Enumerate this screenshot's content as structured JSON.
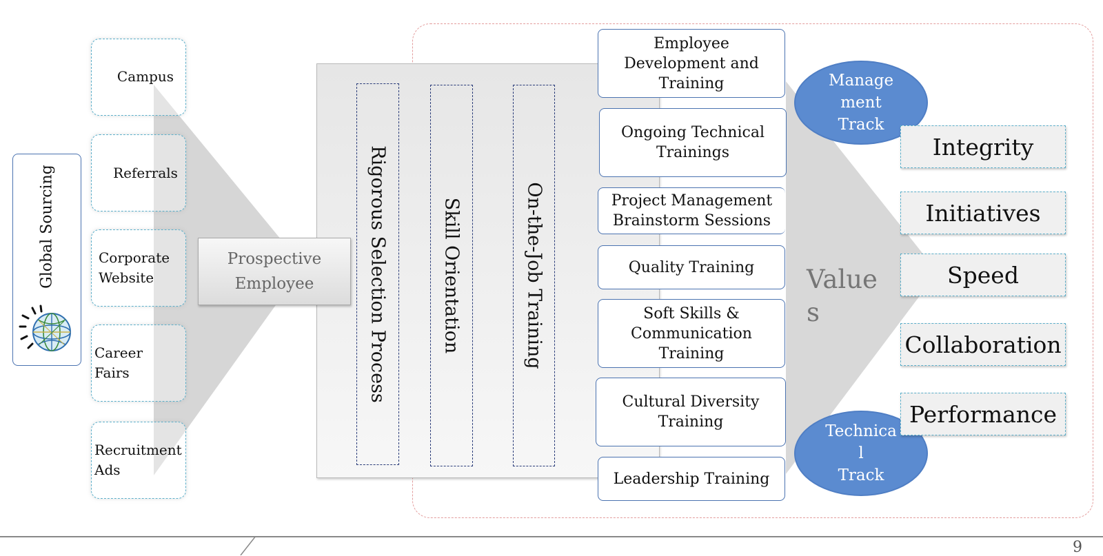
{
  "left": {
    "global_sourcing_label": "Global Sourcing",
    "sources": [
      {
        "line1": "Campus",
        "line2": ""
      },
      {
        "line1": "Referrals",
        "line2": ""
      },
      {
        "line1": "Corporate",
        "line2": "Website"
      },
      {
        "line1": "Career",
        "line2": "Fairs"
      },
      {
        "line1": "Recruitment",
        "line2": "Ads"
      }
    ]
  },
  "center": {
    "prospective_line1": "Prospective",
    "prospective_line2": "Employee",
    "process_steps": [
      "Rigorous Selection Process",
      "Skill Orientation",
      "On-the-Job Training"
    ]
  },
  "trainings": [
    {
      "lines": [
        "Employee",
        "Development and",
        "Training"
      ]
    },
    {
      "lines": [
        "Ongoing Technical",
        "Trainings"
      ]
    },
    {
      "lines": [
        "Project Management",
        "Brainstorm Sessions"
      ]
    },
    {
      "lines": [
        "Quality Training"
      ]
    },
    {
      "lines": [
        "Soft Skills &",
        "Communication",
        "Training"
      ]
    },
    {
      "lines": [
        "Cultural Diversity",
        "Training"
      ]
    },
    {
      "lines": [
        "Leadership Training"
      ]
    }
  ],
  "values_section": {
    "label_line1": "Value",
    "label_line2": "s",
    "management_track": [
      "Manage",
      "ment",
      "Track"
    ],
    "technical_track": [
      "Technica",
      "l",
      "Track"
    ],
    "values": [
      "Integrity",
      "Initiatives",
      "Speed",
      "Collaboration",
      "Performance"
    ]
  },
  "footer": {
    "page_number": "9"
  },
  "colors": {
    "accent_blue": "#4a72b0",
    "ellipse_blue": "#5b8bd0",
    "dashed_cyan": "#5aaec9",
    "region_red": "#e39c9c"
  }
}
